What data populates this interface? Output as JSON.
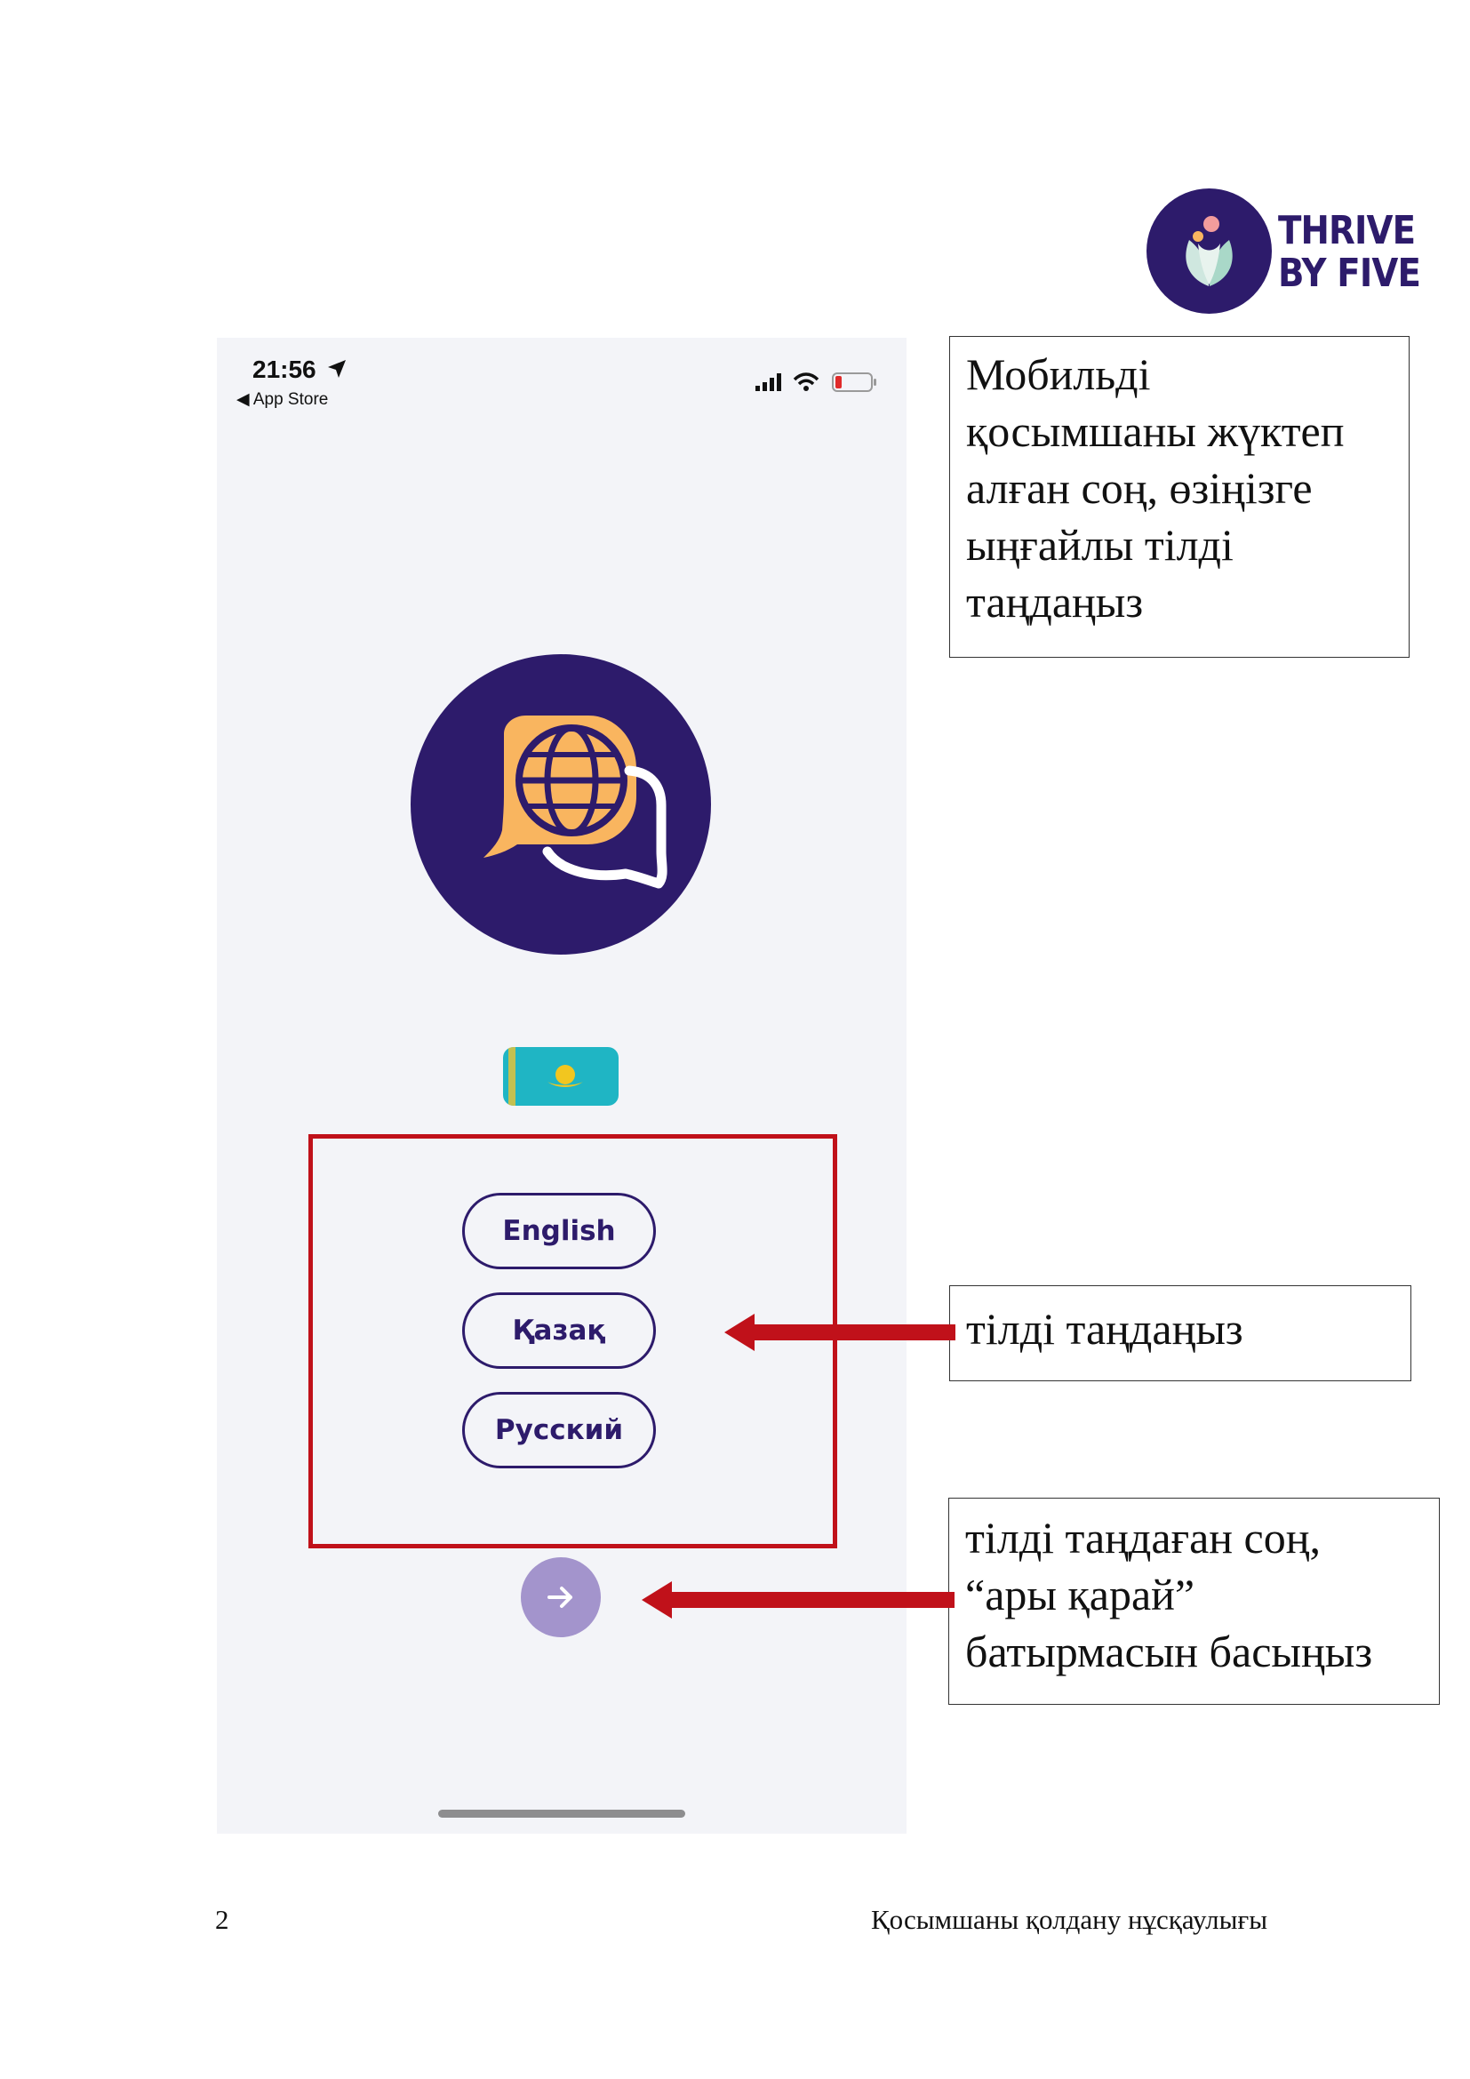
{
  "brand": {
    "line1": "THRIVE",
    "line2": "BY FIVE",
    "color": "#2d1b6b",
    "icon": "tulip-logo-icon"
  },
  "phone": {
    "status": {
      "time": "21:56",
      "back_label": "◀ App Store",
      "icons": [
        "location-arrow-icon",
        "cellular-signal-icon",
        "wifi-icon",
        "battery-low-icon"
      ]
    },
    "hero_icon": "globe-chat-icon",
    "flag_icon": "kazakhstan-flag-icon",
    "languages": [
      "English",
      "Қазақ",
      "Русский"
    ],
    "next_icon": "arrow-right-icon",
    "colors": {
      "primary": "#2d1b6b",
      "accent": "#f9b55f",
      "next_button": "#a394cc",
      "background": "#f3f4f8"
    }
  },
  "highlight_color": "#c0111a",
  "callouts": {
    "intro": [
      "Мобильді",
      "қосымшаны жүктеп",
      "алған соң, өзіңізге",
      "ыңғайлы тілді",
      "таңдаңыз"
    ],
    "choose": [
      "тілді таңдаңыз"
    ],
    "next": [
      "тілді таңдаған соң,",
      "“ары қарай”",
      "батырмасын басыңыз"
    ]
  },
  "footer": {
    "page_number": "2",
    "title": "Қосымшаны қолдану нұсқаулығы"
  }
}
